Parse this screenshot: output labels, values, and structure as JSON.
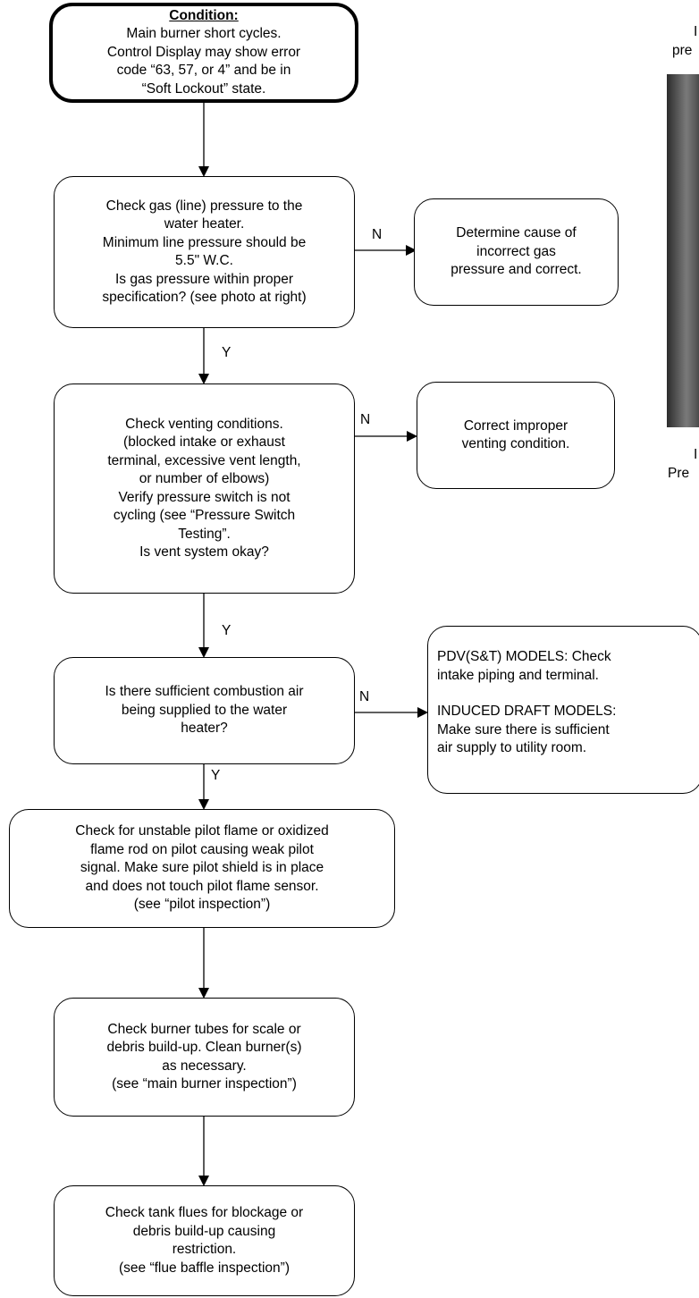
{
  "flowchart": {
    "condition": {
      "title": "Condition:",
      "lines": [
        "Main burner short cycles.",
        "Control Display may show error",
        "code “63, 57, or 4” and be in",
        "“Soft Lockout” state."
      ]
    },
    "step_gas": {
      "lines": [
        "Check gas (line) pressure to the",
        "water heater.",
        "Minimum line pressure should be",
        "5.5\" W.C.",
        "Is gas pressure within proper",
        "specification? (see photo at right)"
      ]
    },
    "action_gas": {
      "lines": [
        "Determine cause of",
        "incorrect gas",
        "pressure and correct."
      ]
    },
    "step_vent": {
      "lines": [
        "Check venting conditions.",
        "(blocked intake or exhaust",
        "terminal, excessive vent length,",
        "or number of elbows)",
        "Verify pressure switch is not",
        "cycling (see “Pressure Switch",
        "Testing”.",
        "Is vent system okay?"
      ]
    },
    "action_vent": {
      "lines": [
        "Correct improper",
        "venting condition."
      ]
    },
    "step_air": {
      "lines": [
        "Is there sufficient combustion air",
        "being supplied to the water",
        "heater?"
      ]
    },
    "action_air": {
      "para1": [
        "PDV(S&T) MODELS: Check",
        "intake piping and terminal."
      ],
      "para2": [
        "INDUCED DRAFT MODELS:",
        "Make sure there is sufficient",
        "air supply to utility room."
      ]
    },
    "step_pilot": {
      "lines": [
        "Check for unstable pilot flame or oxidized",
        "flame rod on pilot causing weak pilot",
        "signal.  Make sure pilot shield is in place",
        "and does not touch pilot flame sensor.",
        "(see “pilot inspection”)"
      ]
    },
    "step_burner": {
      "lines": [
        "Check burner tubes for scale or",
        "debris build-up. Clean burner(s)",
        "as necessary.",
        "(see “main burner inspection”)"
      ]
    },
    "step_flue": {
      "lines": [
        "Check tank flues for blockage or",
        "debris build-up causing",
        "restriction.",
        "(see “flue baffle inspection”)"
      ]
    },
    "labels": {
      "no": "N",
      "yes": "Y"
    }
  },
  "photo_caption": {
    "top": [
      "I",
      "pre"
    ],
    "bottom": [
      "I",
      "Pre"
    ]
  }
}
